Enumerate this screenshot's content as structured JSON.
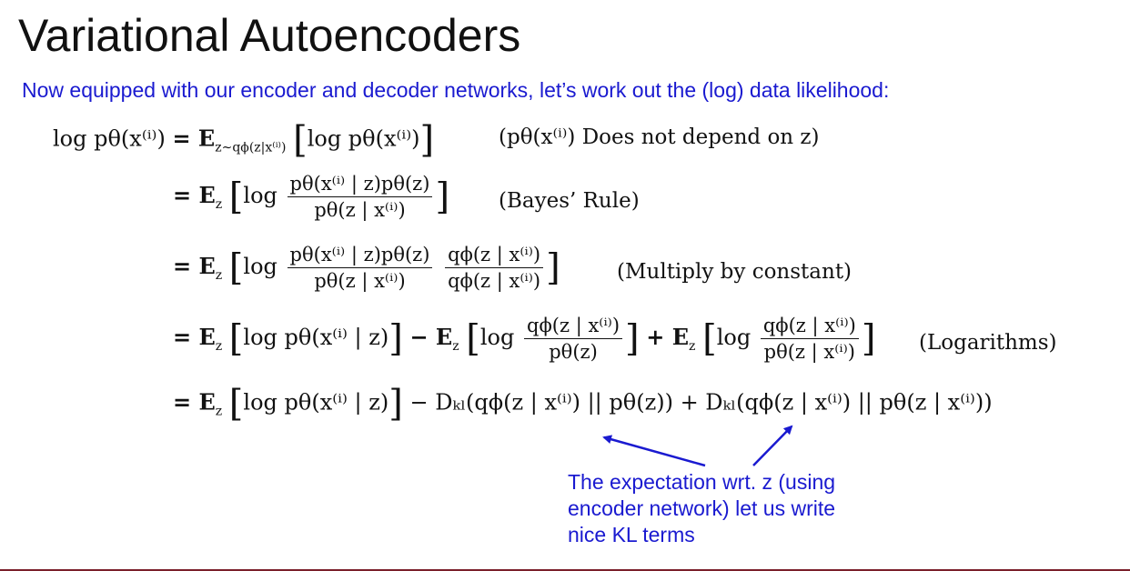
{
  "slide": {
    "title": "Variational Autoencoders",
    "subtitle": "Now equipped with our encoder and decoder networks, let’s work out the (log) data likelihood:"
  },
  "equations": [
    {
      "lhs": "log pθ(x⁽ⁱ⁾)",
      "rhs_prefix": "= E",
      "rhs_sub": "z∼qϕ(z|x⁽ⁱ⁾)",
      "rhs_body": "log pθ(x⁽ⁱ⁾)",
      "note": "(pθ(x⁽ⁱ⁾) Does not depend on z)"
    },
    {
      "rhs_prefix": "= E",
      "rhs_sub": "z",
      "log": "log",
      "num": "pθ(x⁽ⁱ⁾ | z)pθ(z)",
      "den": "pθ(z | x⁽ⁱ⁾)",
      "note": "(Bayes’ Rule)"
    },
    {
      "rhs_prefix": "= E",
      "rhs_sub": "z",
      "log": "log",
      "num1": "pθ(x⁽ⁱ⁾ | z)pθ(z)",
      "den1": "pθ(z | x⁽ⁱ⁾)",
      "num2": "qϕ(z | x⁽ⁱ⁾)",
      "den2": "qϕ(z | x⁽ⁱ⁾)",
      "note": "(Multiply by constant)"
    },
    {
      "rhs_prefix": "= E",
      "rhs_sub": "z",
      "term1": "log pθ(x⁽ⁱ⁾ | z)",
      "minus": "− E",
      "log2": "log",
      "num2": "qϕ(z | x⁽ⁱ⁾)",
      "den2": "pθ(z)",
      "plus": "+ E",
      "log3": "log",
      "num3": "qϕ(z | x⁽ⁱ⁾)",
      "den3": "pθ(z | x⁽ⁱ⁾)",
      "note": "(Logarithms)"
    },
    {
      "rhs_prefix": "= E",
      "rhs_sub": "z",
      "term1": "log pθ(x⁽ⁱ⁾ | z)",
      "rest": "− Dₖₗ(qϕ(z | x⁽ⁱ⁾) || pθ(z)) + Dₖₗ(qϕ(z | x⁽ⁱ⁾) || pθ(z | x⁽ⁱ⁾))"
    }
  ],
  "annotation": {
    "lines": [
      "The expectation wrt. z (using",
      "encoder network) let us write",
      "nice KL terms"
    ],
    "color": "#1a1ad0"
  },
  "colors": {
    "title": "#111111",
    "accent": "#1a1ad0",
    "bottom_rule": "#7a1f2a"
  }
}
